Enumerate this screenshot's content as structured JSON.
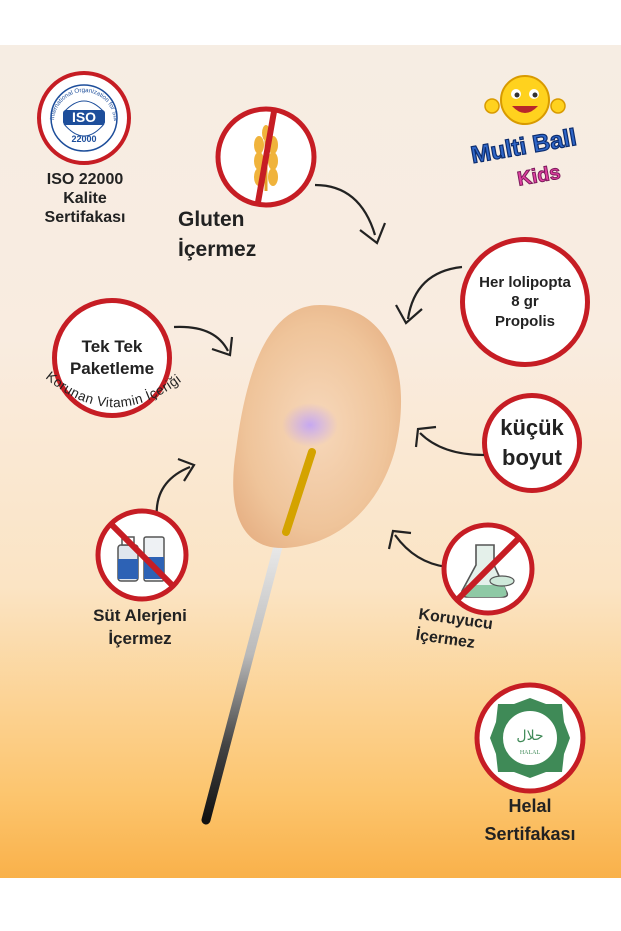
{
  "iso": {
    "circle_text": "International Organization for Standardization",
    "logo_text": "ISO",
    "number": "22000",
    "caption": [
      "ISO 22000",
      "Kalite",
      "Sertifakası"
    ]
  },
  "brand": {
    "line1": "Multi Ball",
    "line2": "Kids"
  },
  "features": {
    "gluten": [
      "Gluten",
      "İçermez"
    ],
    "propolis": [
      "Her lolipopta",
      "8 gr",
      "Propolis"
    ],
    "tek_tek": [
      "Tek Tek",
      "Paketleme"
    ],
    "vitamin": "Korunan Vitamin İçeriği",
    "kucuk": [
      "küçük",
      "boyut"
    ],
    "sut": [
      "Süt Alerjeni",
      "İçermez"
    ],
    "koruyucu": [
      "Koruyucu",
      "İçermez"
    ],
    "helal_logo_top": "حلال",
    "helal_logo_bottom": "HALAL",
    "helal": [
      "Helal",
      "Sertifakası"
    ]
  },
  "colors": {
    "badge_red": "#c61d24",
    "background_top": "#f6ede3",
    "background_bottom": "#f9b14a",
    "halal_green": "#3f8a57"
  }
}
